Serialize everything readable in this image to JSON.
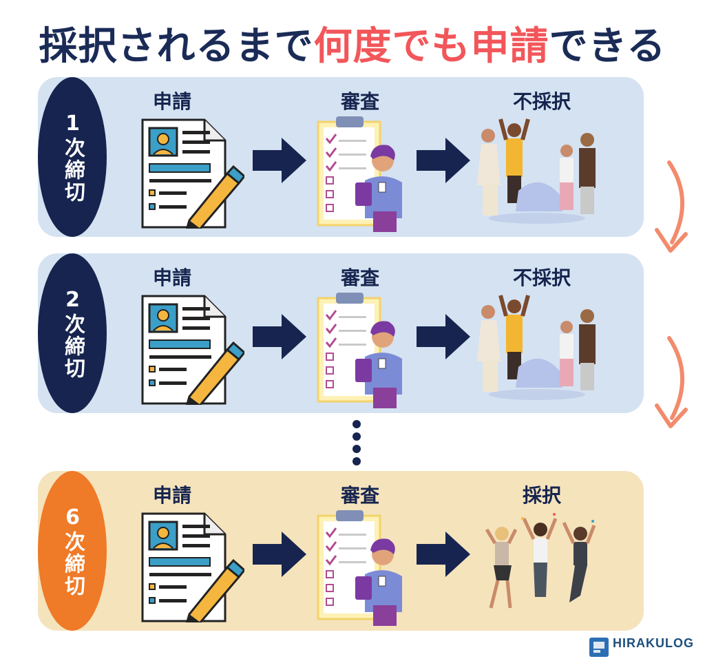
{
  "title": {
    "before": "採択されるまで",
    "accent": "何度でも申請",
    "after": "できる"
  },
  "rows": [
    {
      "round": "1次締切",
      "steps": [
        "申請",
        "審査",
        "不採択"
      ],
      "outcome": "rejected"
    },
    {
      "round": "2次締切",
      "steps": [
        "申請",
        "審査",
        "不採択"
      ],
      "outcome": "rejected"
    },
    {
      "round": "6次締切",
      "steps": [
        "申請",
        "審査",
        "採択"
      ],
      "outcome": "accepted"
    }
  ],
  "logo": {
    "name": "HIRAKULOG"
  },
  "colors": {
    "title": "#1a2b57",
    "accent": "#f2565a",
    "navy": "#16244f",
    "orange": "#ef7a27",
    "row_blue": "#d5e2f1",
    "row_tan": "#f5e3bc",
    "curve_arrow": "#f28b6c"
  },
  "icons": [
    "application-document-icon",
    "reviewer-clipboard-icon",
    "disappointed-people-icon",
    "celebrating-people-icon",
    "right-arrow-icon",
    "curved-down-arrow-icon",
    "ellipsis-dots-icon"
  ]
}
